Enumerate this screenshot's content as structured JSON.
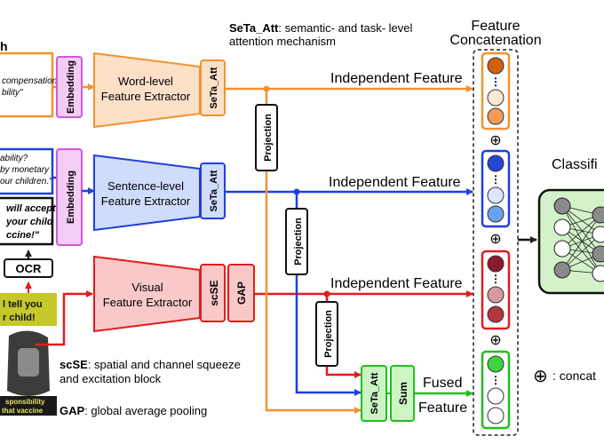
{
  "header": {
    "seta_bold": "SeTa_Att",
    "seta_rest": ": semantic- and task- level",
    "seta_line2": "attention mechanism",
    "feature": "Feature",
    "concatenation": "Concatenation",
    "left_title_fragment": "h"
  },
  "inputs": {
    "text1_line1": "compensation",
    "text1_line2": "bility\"",
    "text2_line1": "ability?",
    "text2_line2": "by monetary",
    "text2_line3": "our children.\"",
    "text3_line1": "will accept",
    "text3_line2": "your child",
    "text3_line3": "ccine!\"",
    "yellow_line1": "l tell you",
    "yellow_line2": "r child!",
    "poster_line1": "sponsibility",
    "poster_line2": "that vaccine"
  },
  "blocks": {
    "embedding": "Embedding",
    "ocr": "OCR",
    "word_line1": "Word-level",
    "word_line2": "Feature Extractor",
    "sent_line1": "Sentence-level",
    "sent_line2": "Feature Extractor",
    "vis_line1": "Visual",
    "vis_line2": "Feature Extractor",
    "seta_att": "SeTa_Att",
    "scse": "scSE",
    "gap": "GAP",
    "projection": "Projection",
    "sum": "Sum"
  },
  "labels": {
    "independent_feature": "Independent Feature",
    "fused_line1": "Fused",
    "fused_line2": "Feature",
    "classifier": "Classifi",
    "concat_symbol": "⊕",
    "concat_legend": ": concat"
  },
  "legend": {
    "scse_bold": "scSE",
    "scse_rest": ": spatial and channel squeeze",
    "scse_line2": "and excitation block",
    "gap_bold": "GAP",
    "gap_rest": ": global average pooling"
  },
  "colors": {
    "orange": "#f5912e",
    "blue": "#1f3fe0",
    "red": "#e41b1b",
    "green": "#1fbf1f",
    "purple": "#cf5ad8",
    "lavender_fill": "#f4cdf6"
  }
}
